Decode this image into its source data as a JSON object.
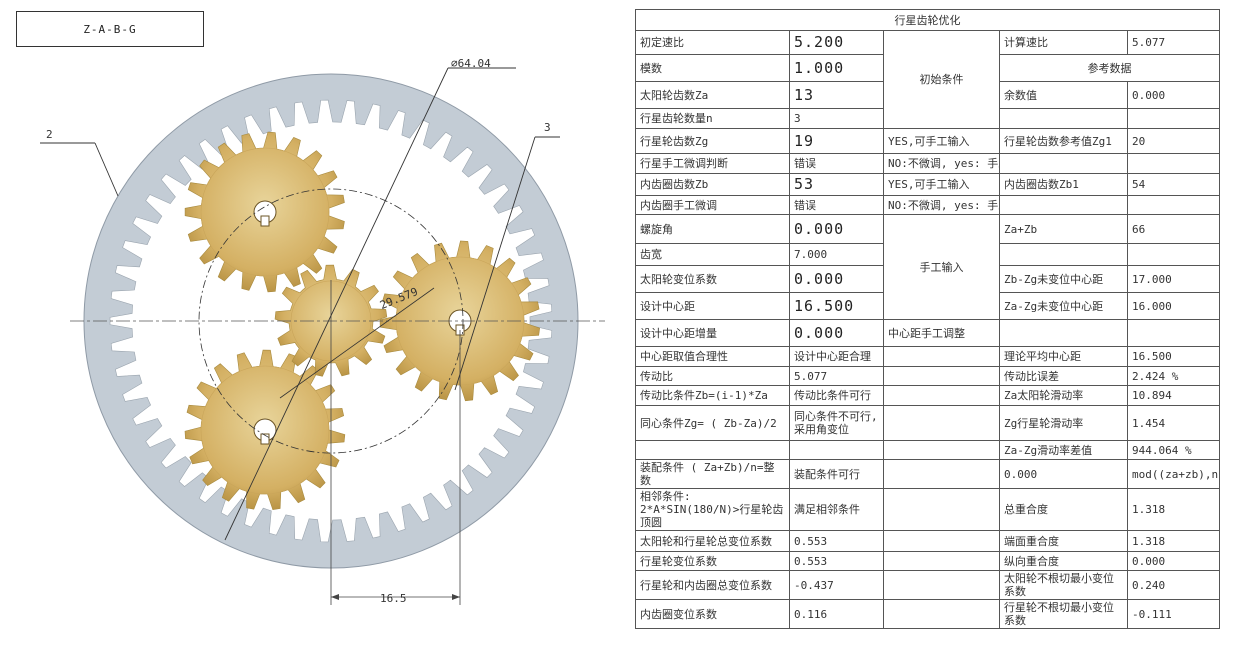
{
  "drawing": {
    "title_block": "Z-A-B-G",
    "labels": {
      "diameter": "∅64.04",
      "part_2": "2",
      "part_3": "3",
      "center_distance": "16.5",
      "angle": "29.579"
    },
    "colors": {
      "ring": "#c3ccd5",
      "gear": "#d8b86e",
      "gear_dark": "#a88a3e",
      "line": "#333333"
    }
  },
  "sheet": {
    "title": "行星齿轮优化",
    "groups": {
      "initial": "初始条件",
      "reference": "参考数据",
      "manual": "手工输入"
    },
    "rows": [
      {
        "label": "初定速比",
        "value": "5.200",
        "note": "",
        "rlabel": "计算速比",
        "rvalue": "5.077"
      },
      {
        "label": "模数",
        "value": "1.000",
        "note": "",
        "rlabel": "",
        "rvalue": ""
      },
      {
        "label": "太阳轮齿数Za",
        "value": "13",
        "note": "",
        "rlabel": "余数值",
        "rvalue": "0.000"
      },
      {
        "label": "行星齿轮数量n",
        "value": "3",
        "note": "",
        "rlabel": "",
        "rvalue": ""
      },
      {
        "label": "行星轮齿数Zg",
        "value": "19",
        "note": "YES,可手工输入",
        "rlabel": "行星轮齿数参考值Zg1",
        "rvalue": "20"
      },
      {
        "label": "行星手工微调判断",
        "value": "错误",
        "note": "NO:不微调, yes: 手工",
        "rlabel": "",
        "rvalue": ""
      },
      {
        "label": "内齿圈齿数Zb",
        "value": "53",
        "note": "YES,可手工输入",
        "rlabel": "内齿圈齿数Zb1",
        "rvalue": "54"
      },
      {
        "label": "内齿圈手工微调",
        "value": "错误",
        "note": "NO:不微调, yes: 手工",
        "rlabel": "",
        "rvalue": ""
      },
      {
        "label": "螺旋角",
        "value": "0.000",
        "note": "",
        "rlabel": "Za+Zb",
        "rvalue": "66"
      },
      {
        "label": "齿宽",
        "value": "7.000",
        "note": "",
        "rlabel": "",
        "rvalue": ""
      },
      {
        "label": "太阳轮变位系数",
        "value": "0.000",
        "note": "",
        "rlabel": "Zb-Zg未变位中心距",
        "rvalue": "17.000"
      },
      {
        "label": "设计中心距",
        "value": "16.500",
        "note": "",
        "rlabel": "Za-Zg未变位中心距",
        "rvalue": "16.000"
      },
      {
        "label": "设计中心距增量",
        "value": "0.000",
        "note": "中心距手工调整",
        "rlabel": "",
        "rvalue": ""
      },
      {
        "label": "中心距取值合理性",
        "value": "设计中心距合理",
        "note": "",
        "rlabel": "理论平均中心距",
        "rvalue": "16.500"
      },
      {
        "label": "传动比",
        "value": "5.077",
        "note": "",
        "rlabel": "传动比误差",
        "rvalue": "2.424 %"
      },
      {
        "label": "传动比条件Zb=(i-1)*Za",
        "value": "传动比条件可行",
        "note": "",
        "rlabel": "Za太阳轮滑动率",
        "rvalue": "10.894"
      },
      {
        "label": "同心条件Zg= ( Zb-Za)/2",
        "value": "同心条件不可行,采用角变位",
        "note": "",
        "rlabel": "Zg行星轮滑动率",
        "rvalue": "1.454"
      },
      {
        "label": "",
        "value": "",
        "note": "",
        "rlabel": "Za-Zg滑动率差值",
        "rvalue": "944.064 %"
      },
      {
        "label": "装配条件 ( Za+Zb)/n=整数",
        "value": "装配条件可行",
        "note": "",
        "rlabel": "0.000",
        "rvalue": "mod((za+zb),n)"
      },
      {
        "label": "相邻条件: 2*A*SIN(180/N)>行星轮齿顶圆",
        "value": "满足相邻条件",
        "note": "",
        "rlabel": "总重合度",
        "rvalue": "1.318"
      },
      {
        "label": "太阳轮和行星轮总变位系数",
        "value": "0.553",
        "note": "",
        "rlabel": "端面重合度",
        "rvalue": "1.318"
      },
      {
        "label": "行星轮变位系数",
        "value": "0.553",
        "note": "",
        "rlabel": "纵向重合度",
        "rvalue": "0.000"
      },
      {
        "label": "行星轮和内齿圈总变位系数",
        "value": "-0.437",
        "note": "",
        "rlabel": "太阳轮不根切最小变位系数",
        "rvalue": "0.240"
      },
      {
        "label": "内齿圈变位系数",
        "value": "0.116",
        "note": "",
        "rlabel": "行星轮不根切最小变位系数",
        "rvalue": "-0.111"
      }
    ]
  }
}
